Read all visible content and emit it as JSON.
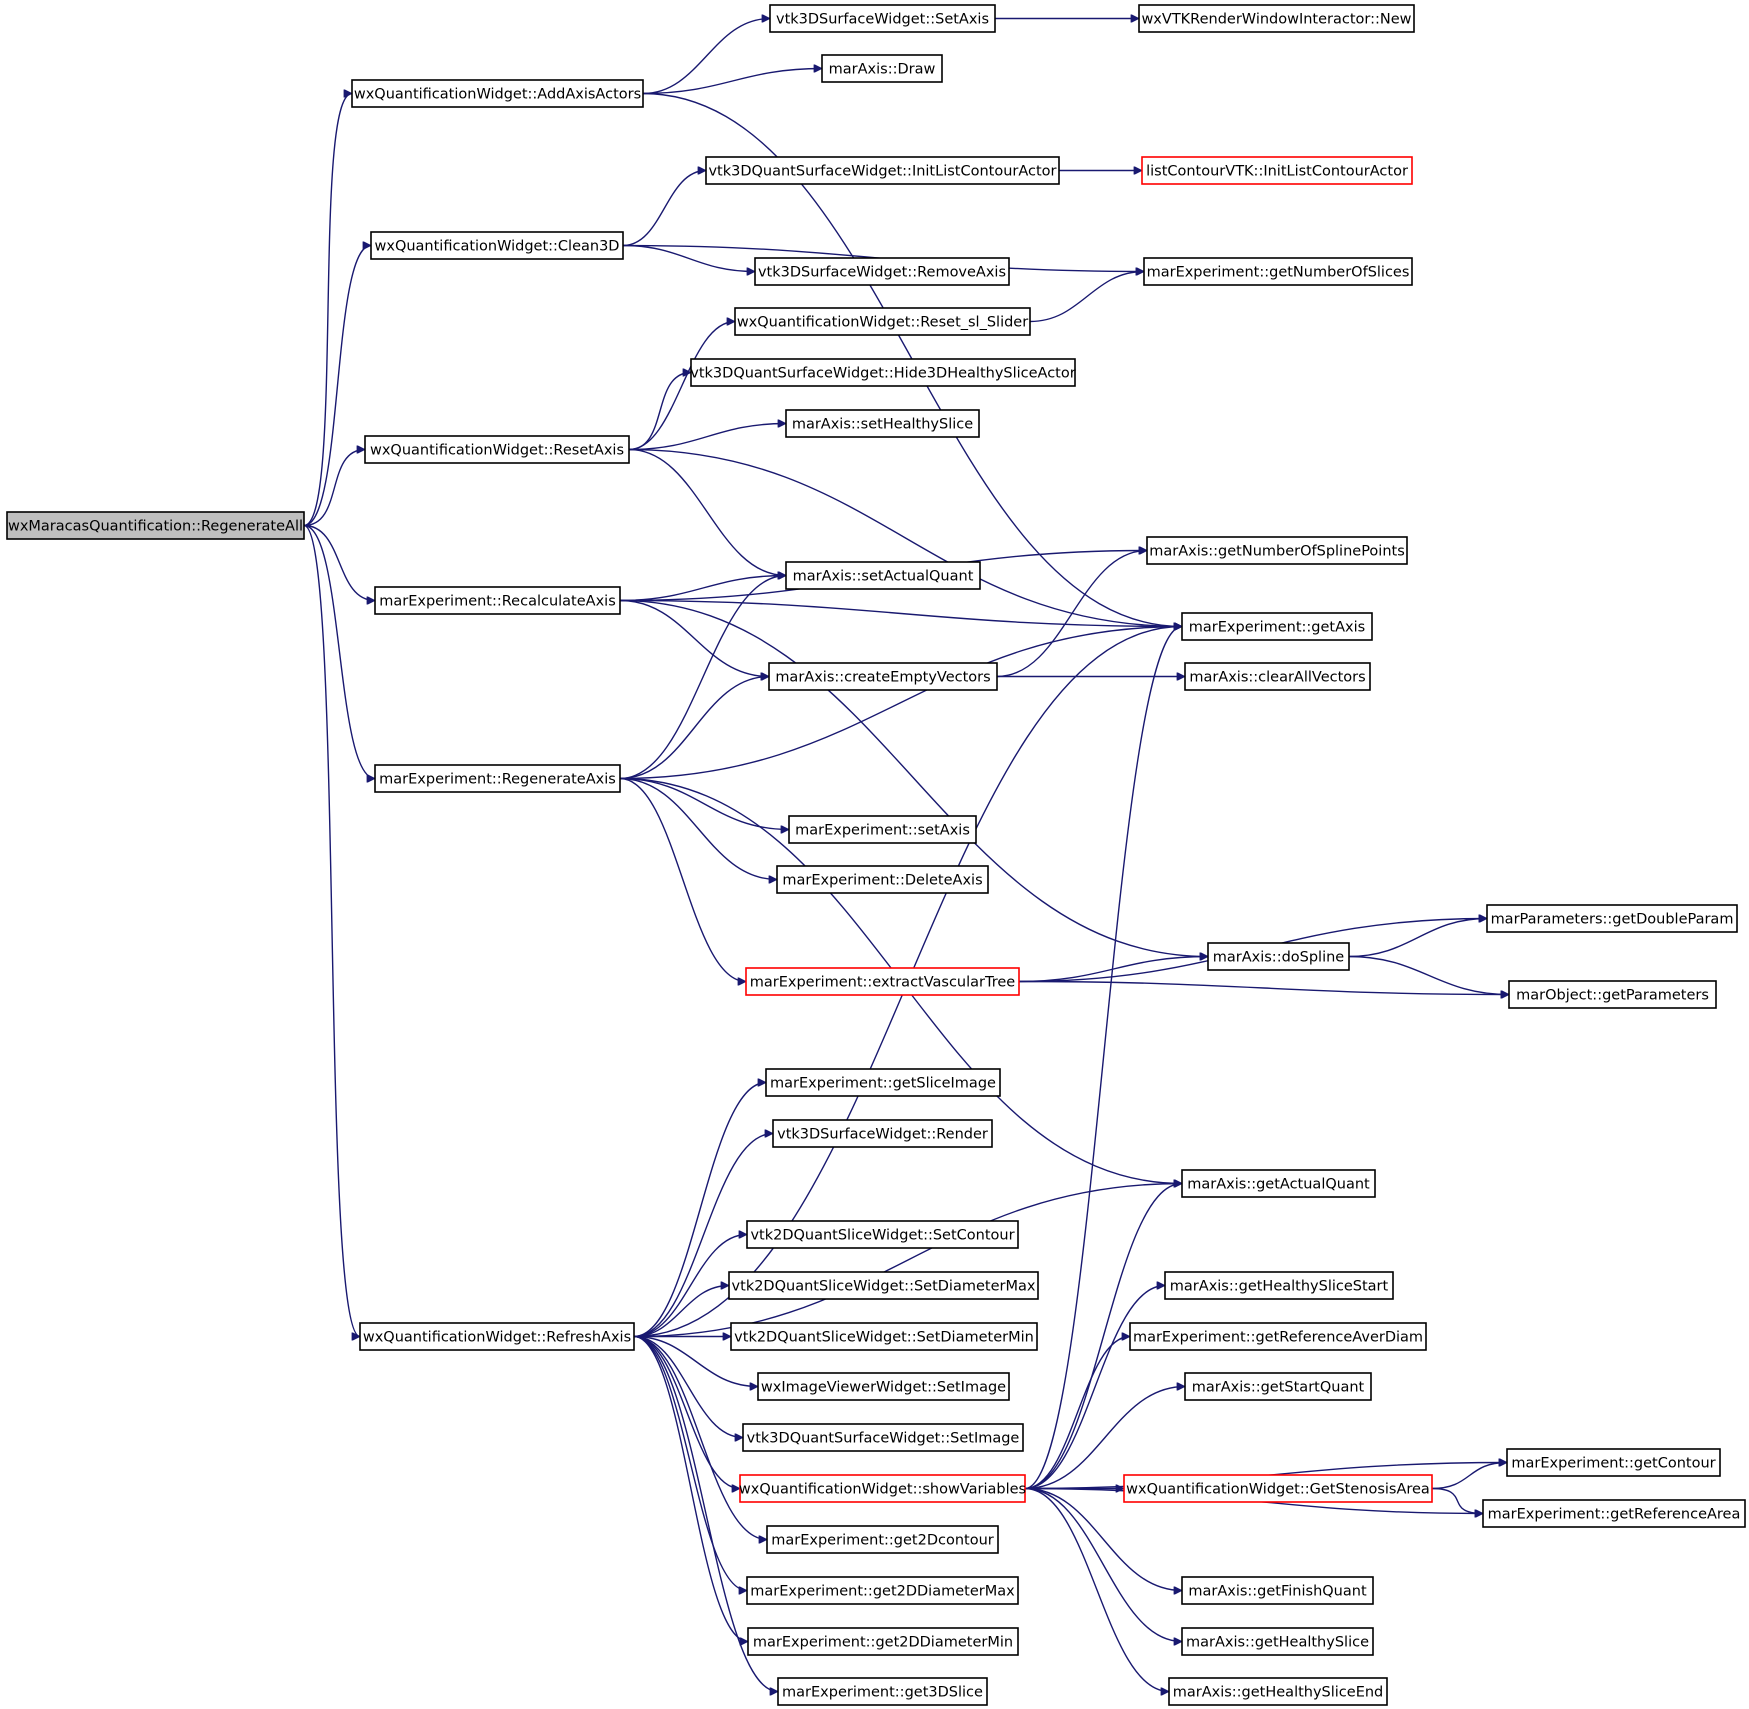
{
  "graph": {
    "root": "wxMaracasQuantification::RegenerateAll",
    "colors": {
      "edge": "#191970",
      "node_border": "#000000",
      "root_fill": "#bfbfbf",
      "truncated_border": "#ff0000"
    },
    "nodes": [
      {
        "id": "root",
        "label": "wxMaracasQuantification::RegenerateAll",
        "style": "root"
      },
      {
        "id": "addaxisactors",
        "label": "wxQuantificationWidget::AddAxisActors"
      },
      {
        "id": "clean3d",
        "label": "wxQuantificationWidget::Clean3D"
      },
      {
        "id": "resetaxis",
        "label": "wxQuantificationWidget::ResetAxis"
      },
      {
        "id": "recalcaxis",
        "label": "marExperiment::RecalculateAxis"
      },
      {
        "id": "regenaxis",
        "label": "marExperiment::RegenerateAxis"
      },
      {
        "id": "refreshaxis",
        "label": "wxQuantificationWidget::RefreshAxis"
      },
      {
        "id": "v3d_setaxis",
        "label": "vtk3DSurfaceWidget::SetAxis"
      },
      {
        "id": "wxvtk_new",
        "label": "wxVTKRenderWindowInteractor::New"
      },
      {
        "id": "maraxis_draw",
        "label": "marAxis::Draw"
      },
      {
        "id": "initlistcontouractor",
        "label": "vtk3DQuantSurfaceWidget::InitListContourActor"
      },
      {
        "id": "listcontourvtk",
        "label": "listContourVTK::InitListContourActor",
        "style": "truncated"
      },
      {
        "id": "removeaxis",
        "label": "vtk3DSurfaceWidget::RemoveAxis"
      },
      {
        "id": "getnumberofslices",
        "label": "marExperiment::getNumberOfSlices"
      },
      {
        "id": "reset_sl_slider",
        "label": "wxQuantificationWidget::Reset_sl_Slider"
      },
      {
        "id": "hide3dhealthy",
        "label": "vtk3DQuantSurfaceWidget::Hide3DHealthySliceActor"
      },
      {
        "id": "sethealthyslice",
        "label": "marAxis::setHealthySlice"
      },
      {
        "id": "getnumsplinepoints",
        "label": "marAxis::getNumberOfSplinePoints"
      },
      {
        "id": "setactualquant",
        "label": "marAxis::setActualQuant"
      },
      {
        "id": "getaxis",
        "label": "marExperiment::getAxis"
      },
      {
        "id": "createemptyvectors",
        "label": "marAxis::createEmptyVectors"
      },
      {
        "id": "clearallvectors",
        "label": "marAxis::clearAllVectors"
      },
      {
        "id": "setaxis",
        "label": "marExperiment::setAxis"
      },
      {
        "id": "deleteaxis",
        "label": "marExperiment::DeleteAxis"
      },
      {
        "id": "getdoubleparam",
        "label": "marParameters::getDoubleParam"
      },
      {
        "id": "dospline",
        "label": "marAxis::doSpline"
      },
      {
        "id": "extractvasculartree",
        "label": "marExperiment::extractVascularTree",
        "style": "truncated"
      },
      {
        "id": "getparameters",
        "label": "marObject::getParameters"
      },
      {
        "id": "getsliceimage",
        "label": "marExperiment::getSliceImage"
      },
      {
        "id": "render",
        "label": "vtk3DSurfaceWidget::Render"
      },
      {
        "id": "getactualquant",
        "label": "marAxis::getActualQuant"
      },
      {
        "id": "setcontour",
        "label": "vtk2DQuantSliceWidget::SetContour"
      },
      {
        "id": "setdiametermax",
        "label": "vtk2DQuantSliceWidget::SetDiameterMax"
      },
      {
        "id": "setdiametermin",
        "label": "vtk2DQuantSliceWidget::SetDiameterMin"
      },
      {
        "id": "wximage_setimage",
        "label": "wxImageViewerWidget::SetImage"
      },
      {
        "id": "v3dq_setimage",
        "label": "vtk3DQuantSurfaceWidget::SetImage"
      },
      {
        "id": "showvariables",
        "label": "wxQuantificationWidget::showVariables",
        "style": "truncated"
      },
      {
        "id": "get2dcontour",
        "label": "marExperiment::get2Dcontour"
      },
      {
        "id": "get2ddiametermax",
        "label": "marExperiment::get2DDiameterMax"
      },
      {
        "id": "get2ddiametermin",
        "label": "marExperiment::get2DDiameterMin"
      },
      {
        "id": "get3dslice",
        "label": "marExperiment::get3DSlice"
      },
      {
        "id": "gethealthyslicestart",
        "label": "marAxis::getHealthySliceStart"
      },
      {
        "id": "getreferenceaverdiam",
        "label": "marExperiment::getReferenceAverDiam"
      },
      {
        "id": "getstartquant",
        "label": "marAxis::getStartQuant"
      },
      {
        "id": "getcontour",
        "label": "marExperiment::getContour"
      },
      {
        "id": "getstenosisarea",
        "label": "wxQuantificationWidget::GetStenosisArea",
        "style": "truncated"
      },
      {
        "id": "getreferencearea",
        "label": "marExperiment::getReferenceArea"
      },
      {
        "id": "getfinishquant",
        "label": "marAxis::getFinishQuant"
      },
      {
        "id": "gethealthyslice",
        "label": "marAxis::getHealthySlice"
      },
      {
        "id": "gethealthysliceend",
        "label": "marAxis::getHealthySliceEnd"
      }
    ],
    "edges": [
      {
        "from": "root",
        "to": "addaxisactors"
      },
      {
        "from": "root",
        "to": "clean3d"
      },
      {
        "from": "root",
        "to": "resetaxis"
      },
      {
        "from": "root",
        "to": "recalcaxis"
      },
      {
        "from": "root",
        "to": "regenaxis"
      },
      {
        "from": "root",
        "to": "refreshaxis"
      },
      {
        "from": "addaxisactors",
        "to": "v3d_setaxis"
      },
      {
        "from": "addaxisactors",
        "to": "maraxis_draw"
      },
      {
        "from": "addaxisactors",
        "to": "getaxis"
      },
      {
        "from": "v3d_setaxis",
        "to": "wxvtk_new"
      },
      {
        "from": "clean3d",
        "to": "initlistcontouractor"
      },
      {
        "from": "clean3d",
        "to": "getnumberofslices"
      },
      {
        "from": "clean3d",
        "to": "removeaxis"
      },
      {
        "from": "initlistcontouractor",
        "to": "listcontourvtk"
      },
      {
        "from": "resetaxis",
        "to": "reset_sl_slider"
      },
      {
        "from": "resetaxis",
        "to": "hide3dhealthy"
      },
      {
        "from": "resetaxis",
        "to": "sethealthyslice"
      },
      {
        "from": "resetaxis",
        "to": "setactualquant"
      },
      {
        "from": "resetaxis",
        "to": "getaxis"
      },
      {
        "from": "reset_sl_slider",
        "to": "getnumberofslices"
      },
      {
        "from": "recalcaxis",
        "to": "getnumsplinepoints"
      },
      {
        "from": "recalcaxis",
        "to": "setactualquant"
      },
      {
        "from": "recalcaxis",
        "to": "getaxis"
      },
      {
        "from": "recalcaxis",
        "to": "createemptyvectors"
      },
      {
        "from": "recalcaxis",
        "to": "dospline"
      },
      {
        "from": "createemptyvectors",
        "to": "getnumsplinepoints"
      },
      {
        "from": "createemptyvectors",
        "to": "clearallvectors"
      },
      {
        "from": "regenaxis",
        "to": "setactualquant"
      },
      {
        "from": "regenaxis",
        "to": "createemptyvectors"
      },
      {
        "from": "regenaxis",
        "to": "getaxis"
      },
      {
        "from": "regenaxis",
        "to": "setaxis"
      },
      {
        "from": "regenaxis",
        "to": "deleteaxis"
      },
      {
        "from": "regenaxis",
        "to": "extractvasculartree"
      },
      {
        "from": "regenaxis",
        "to": "getactualquant"
      },
      {
        "from": "extractvasculartree",
        "to": "getdoubleparam"
      },
      {
        "from": "extractvasculartree",
        "to": "dospline"
      },
      {
        "from": "extractvasculartree",
        "to": "getparameters"
      },
      {
        "from": "dospline",
        "to": "getdoubleparam"
      },
      {
        "from": "dospline",
        "to": "getparameters"
      },
      {
        "from": "refreshaxis",
        "to": "getaxis"
      },
      {
        "from": "refreshaxis",
        "to": "getsliceimage"
      },
      {
        "from": "refreshaxis",
        "to": "render"
      },
      {
        "from": "refreshaxis",
        "to": "getactualquant"
      },
      {
        "from": "refreshaxis",
        "to": "setcontour"
      },
      {
        "from": "refreshaxis",
        "to": "setdiametermax"
      },
      {
        "from": "refreshaxis",
        "to": "setdiametermin"
      },
      {
        "from": "refreshaxis",
        "to": "wximage_setimage"
      },
      {
        "from": "refreshaxis",
        "to": "v3dq_setimage"
      },
      {
        "from": "refreshaxis",
        "to": "showvariables"
      },
      {
        "from": "refreshaxis",
        "to": "get2dcontour"
      },
      {
        "from": "refreshaxis",
        "to": "get2ddiametermax"
      },
      {
        "from": "refreshaxis",
        "to": "get2ddiametermin"
      },
      {
        "from": "refreshaxis",
        "to": "get3dslice"
      },
      {
        "from": "showvariables",
        "to": "getaxis"
      },
      {
        "from": "showvariables",
        "to": "getactualquant"
      },
      {
        "from": "showvariables",
        "to": "gethealthyslicestart"
      },
      {
        "from": "showvariables",
        "to": "getreferenceaverdiam"
      },
      {
        "from": "showvariables",
        "to": "getstartquant"
      },
      {
        "from": "showvariables",
        "to": "getcontour"
      },
      {
        "from": "showvariables",
        "to": "getstenosisarea"
      },
      {
        "from": "showvariables",
        "to": "getreferencearea"
      },
      {
        "from": "showvariables",
        "to": "getfinishquant"
      },
      {
        "from": "showvariables",
        "to": "gethealthyslice"
      },
      {
        "from": "showvariables",
        "to": "gethealthysliceend"
      },
      {
        "from": "getstenosisarea",
        "to": "getcontour"
      },
      {
        "from": "getstenosisarea",
        "to": "getreferencearea"
      }
    ]
  }
}
